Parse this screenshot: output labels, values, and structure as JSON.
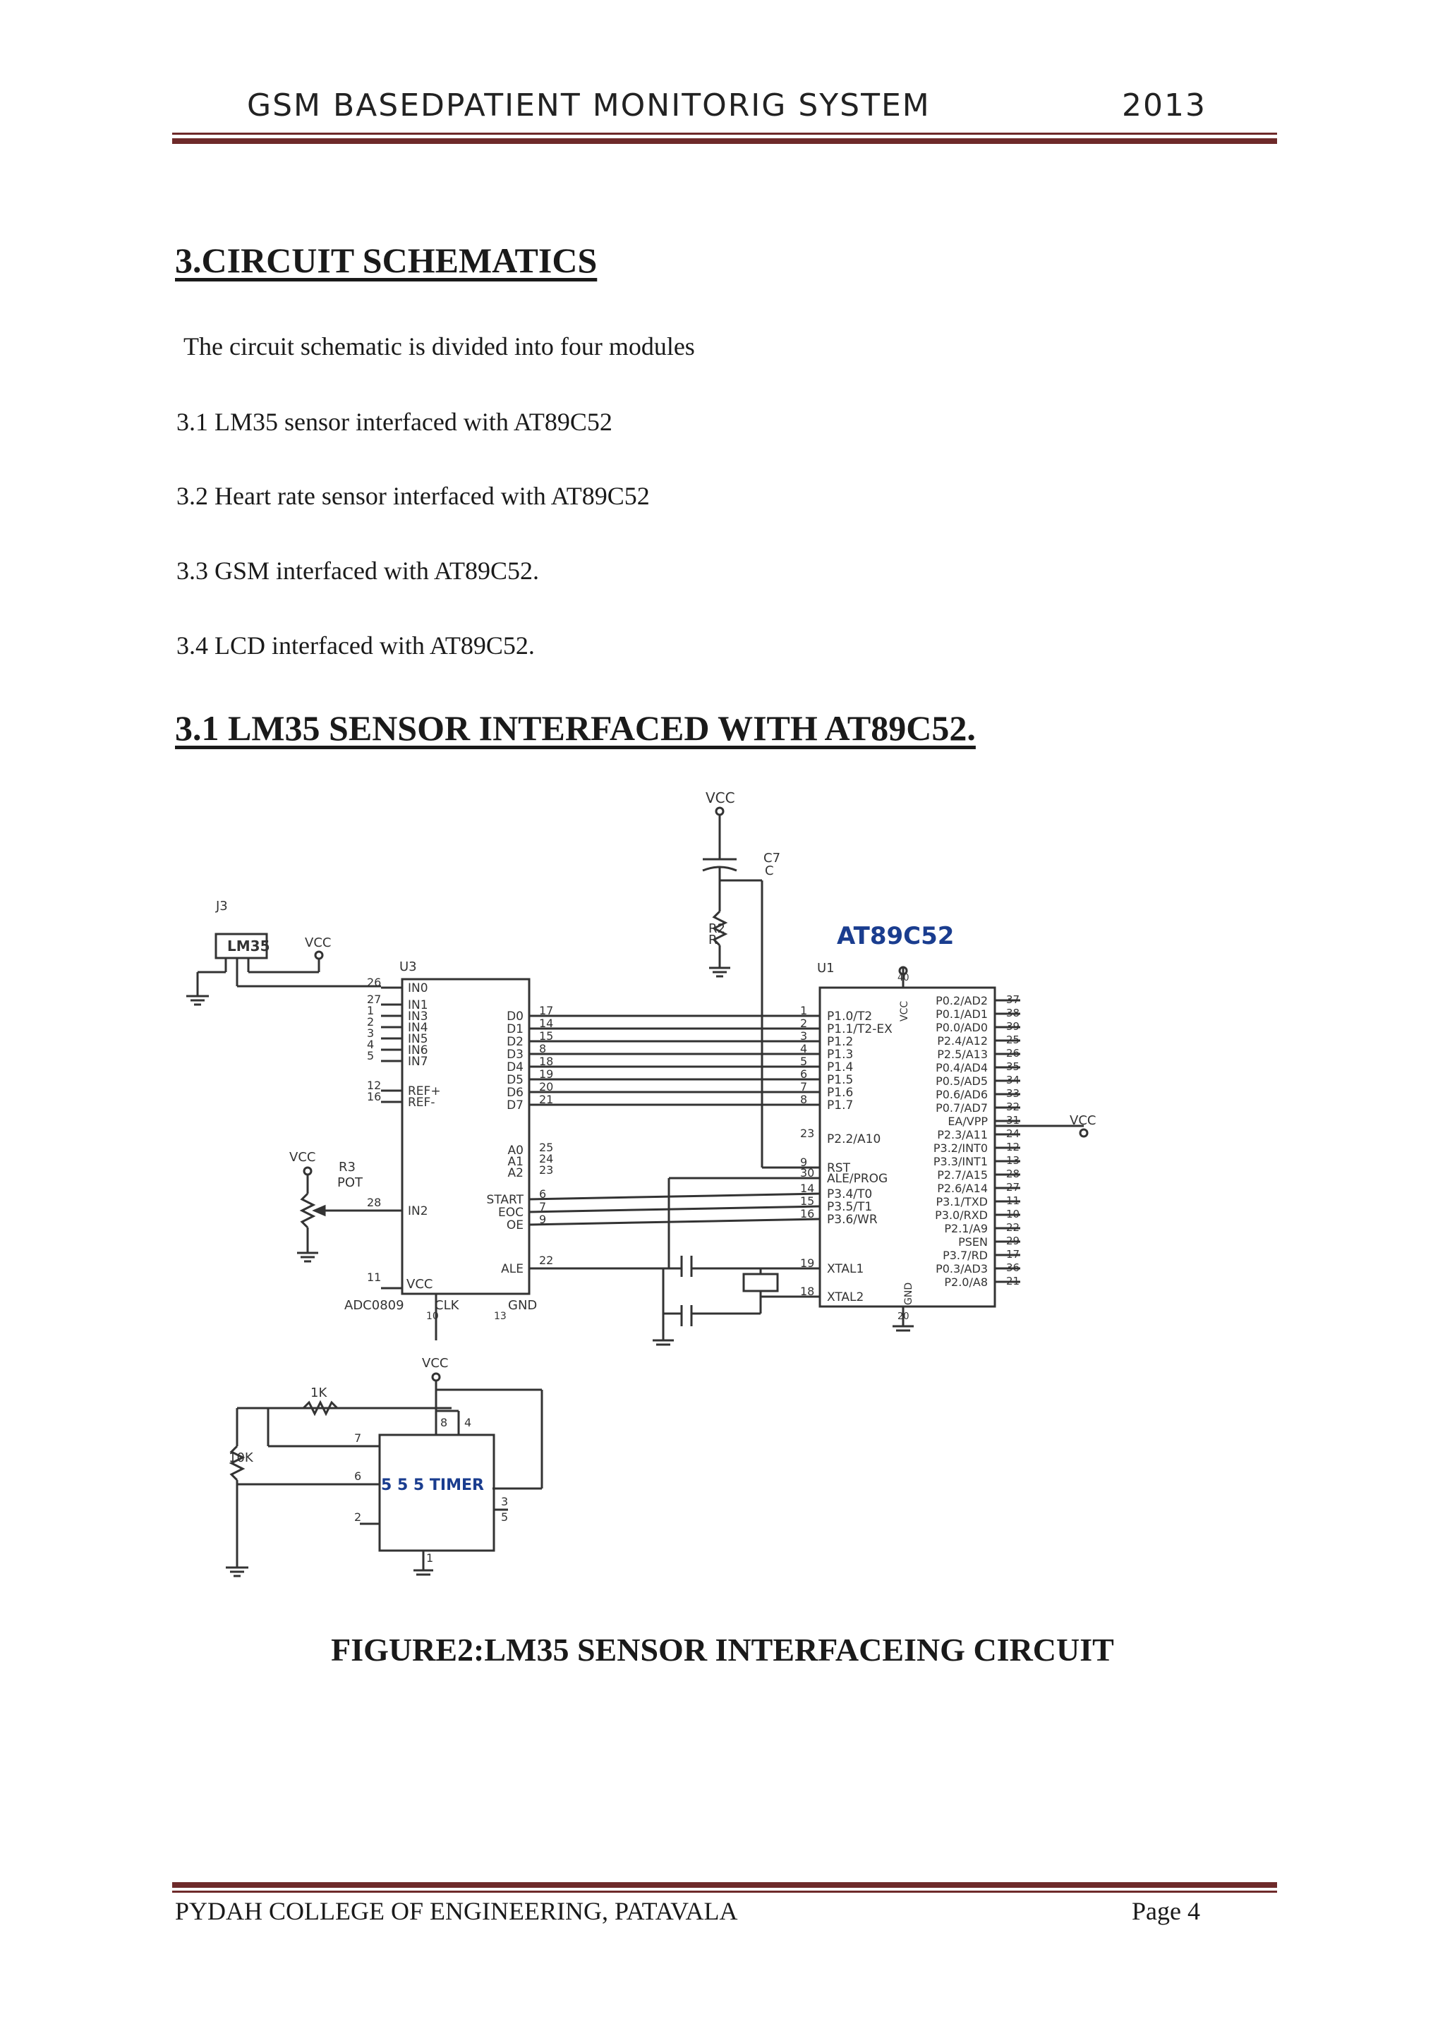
{
  "header": {
    "title": "GSM BASEDPATIENT  MONITORIG SYSTEM",
    "year": "2013"
  },
  "section": {
    "heading": "3.CIRCUIT  SCHEMATICS",
    "intro": "The circuit  schematic  is divided  into  four  modules",
    "modules": [
      "3.1 LM35 sensor  interfaced   with  AT89C52",
      "3.2 Heart rate sensor interfaced   with  AT89C52",
      "3.3 GSM interfaced   with  AT89C52.",
      "3.4 LCD interfaced   with  AT89C52."
    ]
  },
  "subsection": {
    "heading": "3.1 LM35 SENSOR INTERFACED  WITH  AT89C52."
  },
  "schematic": {
    "mcu_title": "AT89C52",
    "mcu_ref": "U1",
    "adc_ref": "U3",
    "adc_name": "ADC0809",
    "sensor_ref": "J3",
    "sensor_name": "LM35",
    "vcc": "VCC",
    "pot_ref": "R3",
    "pot_name": "POT",
    "cap_ref": "C7",
    "cap_name": "C",
    "res_ref": "R2",
    "res_name": "R",
    "timer_name": "5 5 5 TIMER",
    "r1k": "1K",
    "r10k": "10K",
    "adc_inputs": [
      "IN0",
      "IN1",
      "IN3",
      "IN4",
      "IN5",
      "IN6",
      "IN7"
    ],
    "adc_input_pins": [
      "26",
      "27",
      "1",
      "2",
      "3",
      "4",
      "5"
    ],
    "adc_refs": [
      "REF+",
      "REF-"
    ],
    "adc_ref_pins": [
      "12",
      "16"
    ],
    "adc_in2": "IN2",
    "adc_in2_pin": "28",
    "adc_data": [
      "D0",
      "D1",
      "D2",
      "D3",
      "D4",
      "D5",
      "D6",
      "D7"
    ],
    "adc_data_pins": [
      "17",
      "14",
      "15",
      "8",
      "18",
      "19",
      "20",
      "21"
    ],
    "adc_addr": [
      "A0",
      "A1",
      "A2"
    ],
    "adc_addr_pins": [
      "25",
      "24",
      "23"
    ],
    "adc_ctrl": [
      "START",
      "EOC",
      "OE"
    ],
    "adc_ctrl_pins": [
      "6",
      "7",
      "9"
    ],
    "adc_ale": "ALE",
    "adc_ale_pin": "22",
    "adc_vcc": "VCC",
    "adc_vcc_pin": "11",
    "adc_clk": "CLK",
    "adc_clk_pin": "10",
    "adc_gnd": "GND",
    "adc_gnd_pin": "13",
    "mcu_p1": [
      "P1.0/T2",
      "P1.1/T2-EX",
      "P1.2",
      "P1.3",
      "P1.4",
      "P1.5",
      "P1.6",
      "P1.7"
    ],
    "mcu_p1_pins": [
      "1",
      "2",
      "3",
      "4",
      "5",
      "6",
      "7",
      "8"
    ],
    "mcu_left_misc": [
      "P2.2/A10",
      "RST",
      "ALE/PROG",
      "P3.4/T0",
      "P3.5/T1",
      "P3.6/WR",
      "XTAL1",
      "XTAL2"
    ],
    "mcu_left_misc_pins": [
      "23",
      "9",
      "30",
      "14",
      "15",
      "16",
      "19",
      "18"
    ],
    "mcu_right": [
      "P0.2/AD2",
      "P0.1/AD1",
      "P0.0/AD0",
      "P2.4/A12",
      "P2.5/A13",
      "P0.4/AD4",
      "P0.5/AD5",
      "P0.6/AD6",
      "P0.7/AD7",
      "EA/VPP",
      "P2.3/A11",
      "P3.2/INT0",
      "P3.3/INT1",
      "P2.7/A15",
      "P2.6/A14",
      "P3.1/TXD",
      "P3.0/RXD",
      "P2.1/A9",
      "PSEN",
      "P3.7/RD",
      "P0.3/AD3",
      "P2.0/A8"
    ],
    "mcu_right_pins": [
      "37",
      "38",
      "39",
      "25",
      "26",
      "35",
      "34",
      "33",
      "32",
      "31",
      "24",
      "12",
      "13",
      "28",
      "27",
      "11",
      "10",
      "22",
      "29",
      "17",
      "36",
      "21"
    ],
    "mcu_vcc_pin": "40",
    "mcu_vcc": "VCC",
    "mcu_gnd": "GND",
    "mcu_gnd_pin": "20",
    "timer_pins": [
      "8",
      "4",
      "7",
      "6",
      "3",
      "2",
      "5",
      "1"
    ]
  },
  "figure": {
    "caption": "FIGURE2:LM35 SENSOR INTERFACEING CIRCUIT"
  },
  "footer": {
    "college": "PYDAH COLLEGE OF ENGINEERING, PATAVALA",
    "page": "Page 4"
  }
}
